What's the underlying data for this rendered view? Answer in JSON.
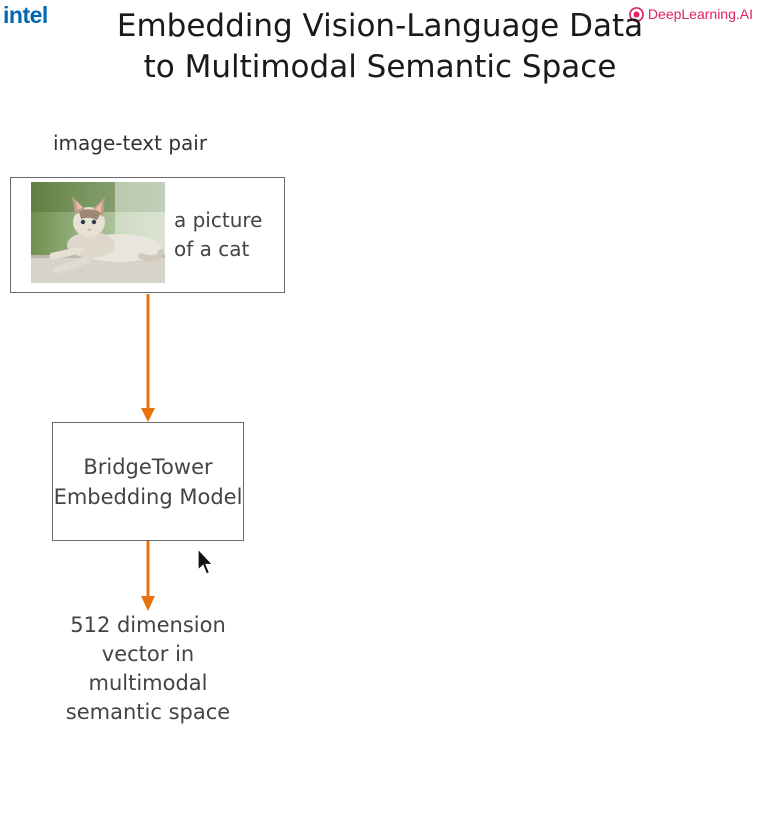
{
  "logos": {
    "intel": "intel",
    "deeplearning": "DeepLearning.AI",
    "deeplearning_icon": "deeplearning-logo-icon",
    "deeplearning_color": "#e0245e",
    "intel_color": "#0068b5"
  },
  "slide": {
    "title": "Embedding Vision-Language Data to Multimodal Semantic Space"
  },
  "diagram": {
    "input_label": "image-text pair",
    "input_caption": "a picture of a cat",
    "model_label": "BridgeTower Embedding Model",
    "output_label": "512 dimension vector in multimodal semantic space",
    "arrow_color": "#e8730c"
  }
}
